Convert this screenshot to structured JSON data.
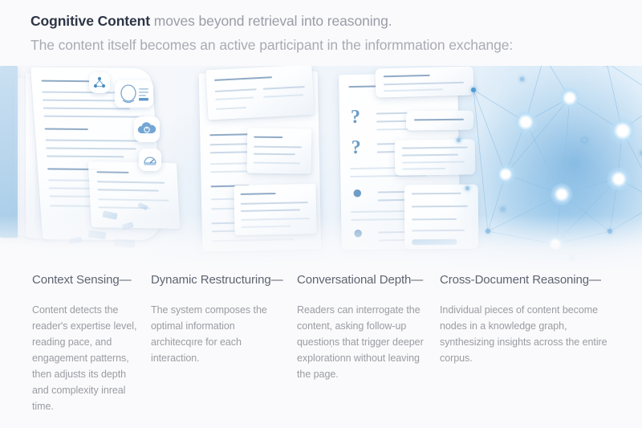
{
  "header": {
    "headline_strong": "Cognitive Content",
    "headline_rest": " moves beyond retrieval into reasoning.",
    "subhead": "The content itself becomes an active participant in the informmation exchange:"
  },
  "columns": [
    {
      "id": "context-sensing",
      "title": "Context Sensing—",
      "body": "Content detects the reader's expertise level, reading pace, and engagement patterns, then adjusts its depth and complexity inreal time.",
      "illustration": "curved-document-stack-with-sensor-chips"
    },
    {
      "id": "dynamic-restructuring",
      "title": "Dynamic Restructuring—",
      "body": "The system composes the optimal information architecqıre for each interaction.",
      "illustration": "stacked-rearranging-document-cards"
    },
    {
      "id": "conversational-depth",
      "title": "Conversational Depth—",
      "body": "Readers can interrogate the content, asking follow-up questioṇs that trigger deeper explorationn without leaving the page.",
      "illustration": "document-with-question-and-chat-bubbles"
    },
    {
      "id": "cross-document-reasoning",
      "title": "Cross-Document Reasoning—",
      "body": "Individual pieces of content become nodes in a knowledge graph, synthesizing insights across the entire corpus.",
      "illustration": "blue-knowledge-graph-network"
    }
  ],
  "colors": {
    "page_background": "#fafafc",
    "headline_strong": "#2d3546",
    "headline_muted": "#9a9ca6",
    "column_title": "#5d6470",
    "column_body": "#9a9ca3",
    "accent_blue": "#4e9ad4",
    "accent_blue_light": "#b7cadf"
  }
}
